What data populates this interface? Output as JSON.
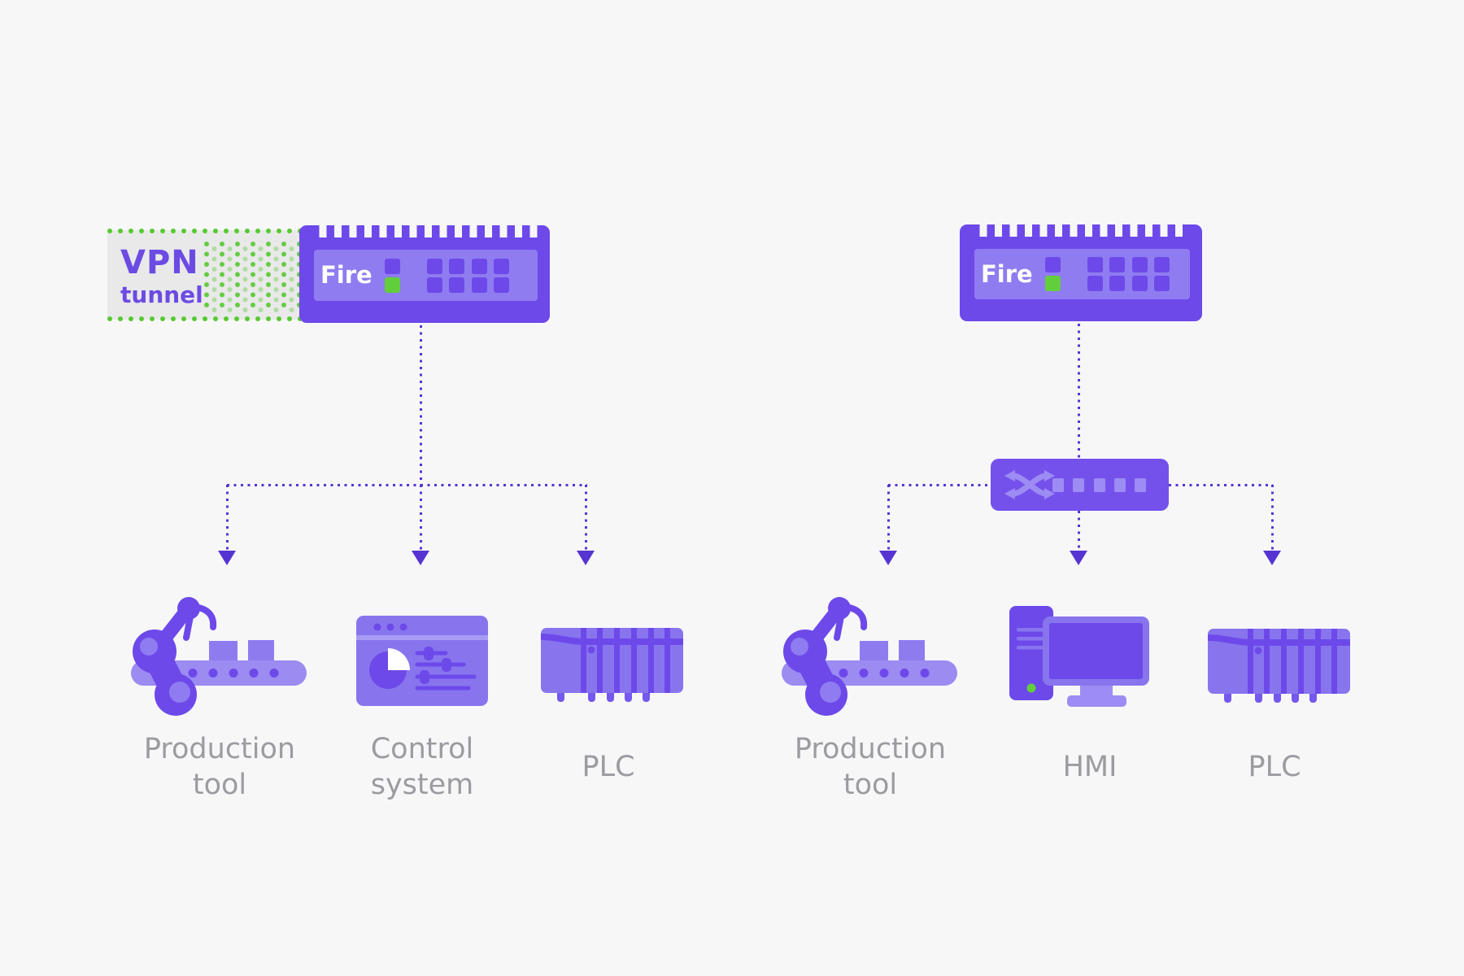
{
  "canvas": {
    "background": "#f7f7f8"
  },
  "palette": {
    "purple_dark": "#6d49ea",
    "purple_mid": "#8875ee",
    "purple_light": "#9d8cf3",
    "panel": "#8f7cf0",
    "switch_body": "#7551ec",
    "led_green": "#62ce3b",
    "vpn_dot_green": "#56c930",
    "connector_line": "#5634d2",
    "label_gray": "#9b9ba0",
    "vpn_text_purple": "#6c4be3",
    "vpn_box_bg": "#e9e9e9"
  },
  "left_network": {
    "vpn_tunnel": {
      "line1": "VPN",
      "line2": "tunnel"
    },
    "firewall": {
      "label": "Fire",
      "status_led": "green"
    },
    "nodes": [
      {
        "id": "production-tool",
        "line1": "Production",
        "line2": "tool"
      },
      {
        "id": "control-system",
        "line1": "Control",
        "line2": "system"
      },
      {
        "id": "plc",
        "line1": "PLC"
      }
    ]
  },
  "right_network": {
    "firewall": {
      "label": "Fire",
      "status_led": "green"
    },
    "switch": {
      "icon": "shuffle-icon",
      "port_count": 5
    },
    "nodes": [
      {
        "id": "production-tool",
        "line1": "Production",
        "line2": "tool"
      },
      {
        "id": "hmi",
        "line1": "HMI"
      },
      {
        "id": "plc",
        "line1": "PLC"
      }
    ]
  }
}
